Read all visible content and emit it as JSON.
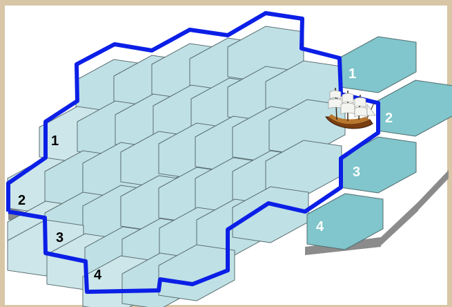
{
  "board": {
    "colors": {
      "background": "#ffffff",
      "border_texture": "#d8c6a6",
      "main_hex": "#c7e3e8",
      "light_hex": "#d4eaee",
      "side_hex": "#80c6cc",
      "boundary": "#0a1ee0",
      "shadow": "#8a8a8a"
    },
    "left_edge_labels": [
      "1",
      "2",
      "3",
      "4"
    ],
    "right_edge_labels": [
      "1",
      "2",
      "3",
      "4"
    ],
    "icons": [
      "ship-icon"
    ]
  }
}
